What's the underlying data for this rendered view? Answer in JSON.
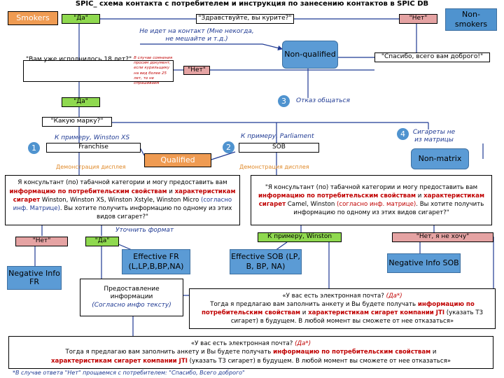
{
  "title": "SPIC_ схема контакта с потребителем и инструкция по занесению контактов в SPIC DB",
  "nodes": {
    "smokers": "Smokers",
    "da_top": "\"Да\"",
    "greeting": "\"Здравствуйте, вы курите?\"",
    "net_top": "\"Нет\"",
    "non_smokers": "Non-smokers",
    "no_contact_label": "Не идет на контакт (Мне некогда, не мешайте и т.д.)",
    "non_qualified": "Non-qualified",
    "age_question": "\"Вам уже исполнилось 18 лет?\"",
    "age_note": "В случае сомнения просим документ, если курильщику на вид более 25 лет, то не спрашиваем",
    "net_age": "\"Нет\"",
    "thanks": "\"Спасибо, всего вам доброго!\"",
    "da_age": "\"Да\"",
    "refusal_num": "3",
    "refusal_label": "Отказ общаться",
    "brand_question": "\"Какую марку?\"",
    "franchise_example": "К примеру, Winston XS",
    "num1": "1",
    "franchise": "Franchise",
    "sob_example": "К примеру, Parliament",
    "num2": "2",
    "sob": "SOB",
    "num4": "4",
    "non_matrix_label": "Сигареты не из матрицы",
    "non_matrix": "Non-matrix",
    "qualified": "Qualified",
    "demo_left": "Демонстрация дисплея",
    "demo_right": "Демонстрация дисплея",
    "left_offer": {
      "p1": "Я консультант (по) табачной категории и могу предоставить вам ",
      "r1": "информацию по потребительским свойствам",
      "p2": " и ",
      "r2": "характеристикам сигарет",
      "p3": " Winston, Winston XS, Winston Xstyle, Winston Micro ",
      "i1": "(согласно инф. Матрице)",
      "p4": ". Вы хотите получить информацию по одному из этих видов сигарет?\""
    },
    "right_offer": {
      "p1": "\"Я консультант (по) табачной категории и могу предоставить вам ",
      "r1": "информацию по потребительским свойствам",
      "p2": " и ",
      "r2": "характеристикам сигарет",
      "p3": " Camel, Winston ",
      "i1": "(согласно инф. матрице)",
      "p4": ". Вы хотите получить информацию по одному из этих видов сигарет?\""
    },
    "clarify_label": "Уточнить формат",
    "net_left": "\"Нет\"",
    "da_left": "\"Да\"",
    "winston_example": "К примеру, Winston",
    "no_want": "\"Нет, я не хочу\"",
    "effective_fr": "Effective FR (L,LP,B,BP,NA)",
    "effective_sob": "Effective SOB (LP, B, BP, NA)",
    "negative_sob": "Negative Info SOB",
    "negative_fr": "Negative Info FR",
    "presentation_l1": "Предоставление информации",
    "presentation_l2": "(Согласно инфо тексту)",
    "email_right": {
      "q1": "«У вас есть электронная почта? ",
      "qi": "(Да*)",
      "p1": "Тогда я предлагаю вам заполнить анкету и Вы будете получать ",
      "r1": "информацию по потребительским свойствам",
      "p2": " и ",
      "r2": "характеристикам сигарет компании JTI",
      "p3": " (указать Т3 сигарет) в будущем. В любой момент вы сможете от нее отказаться»"
    },
    "email_bottom": {
      "q1": "«У вас есть электронная почта? ",
      "qi": "(Да*)",
      "p1": "Тогда я предлагаю вам заполнить анкету и Вы будете получать ",
      "r1": "информацию по потребительским свойствам",
      "p2": " и ",
      "r2": "характеристикам сигарет компании JTI",
      "p3": " (указать Т3 сигарет) в будущем. В любой момент вы сможете от нее отказаться»"
    },
    "footnote": "*В случае ответа \"Нет\" прощаемся с потребителем: \"Спасибо, Всего доброго\""
  }
}
